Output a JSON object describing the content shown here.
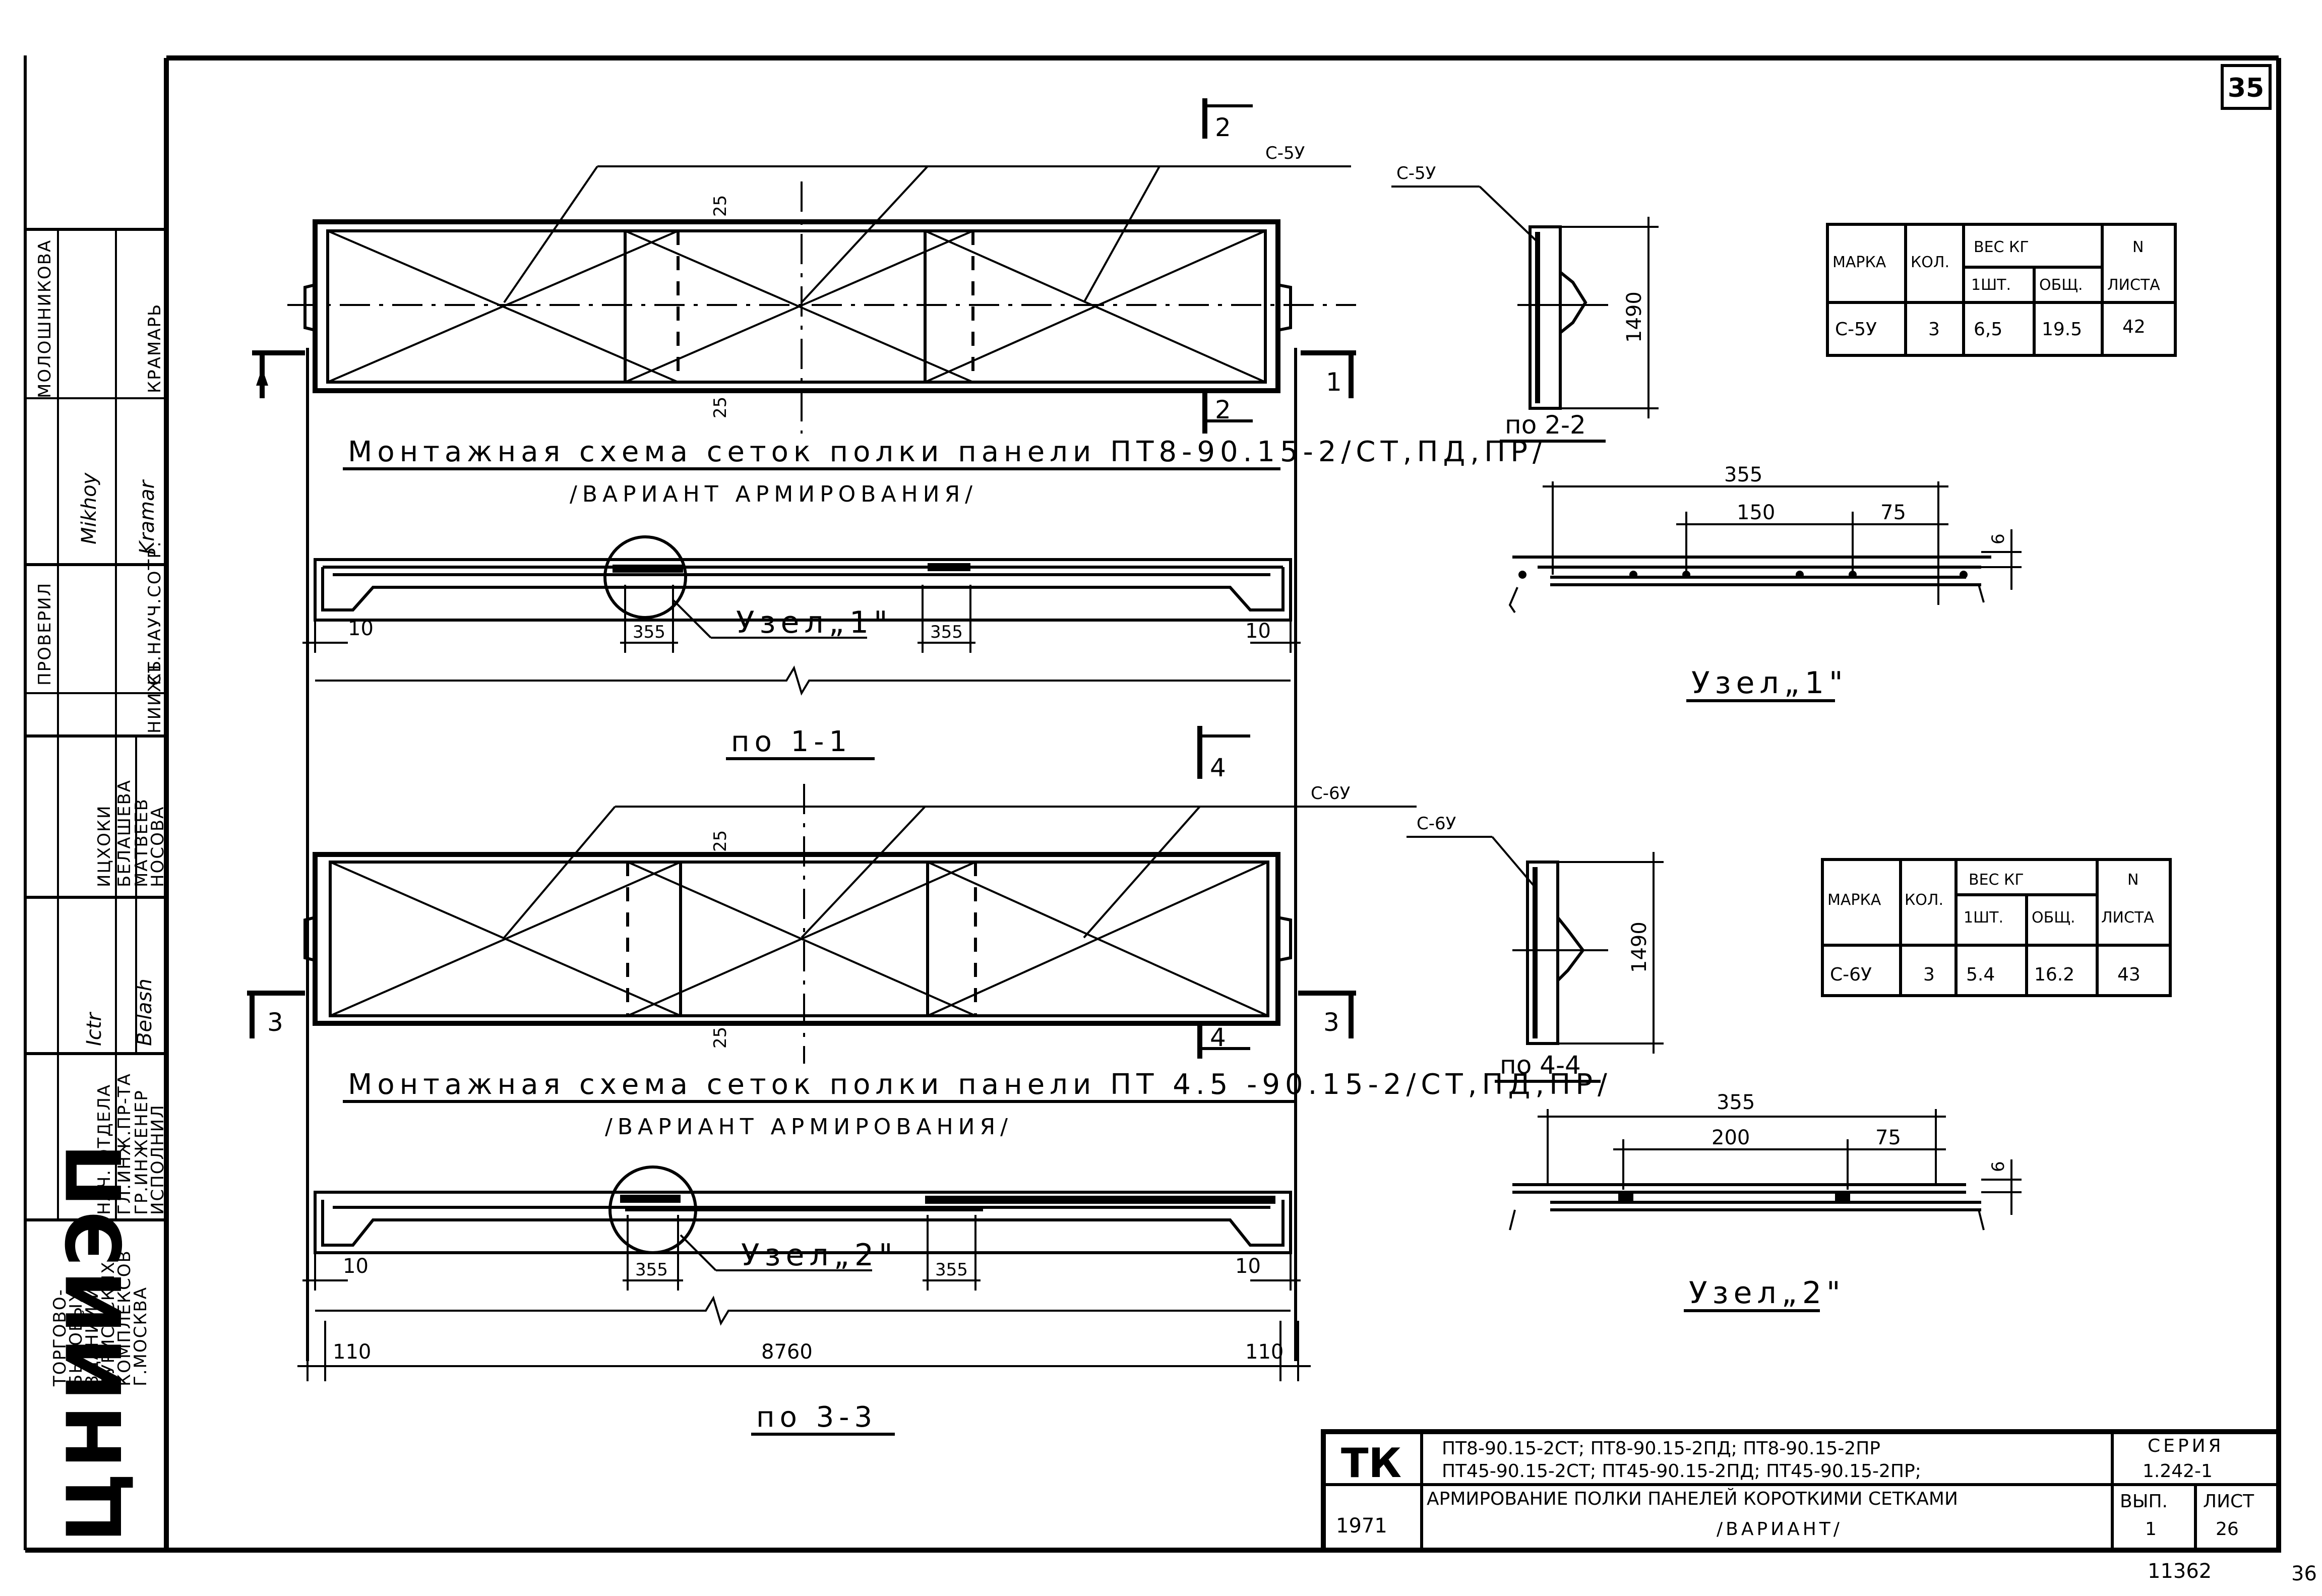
{
  "sheet_number": "35",
  "drawing_number": "11362",
  "drawing_number_extra": "36",
  "drawing1": {
    "title": "Монтажная схема сеток полки панели ПТ8-90.15-2/СТ,ПД,ПР/",
    "subtitle": "/ВАРИАНТ АРМИРОВАНИЯ/",
    "mesh": "С-5У",
    "cut_label": "по 1-1",
    "section_a": "1",
    "section_b": "2",
    "dim_top": "25",
    "dim_bot": "25"
  },
  "drawing2": {
    "title": "Монтажная схема сеток полки панели ПТ 4.5 -90.15-2/СТ,ПД,ПР/",
    "subtitle": "/ВАРИАНТ АРМИРОВАНИЯ/",
    "mesh": "С-6У",
    "cut_label": "по 3-3",
    "section_a": "3",
    "section_b": "4",
    "dim_top": "25",
    "dim_bot": "25"
  },
  "section1": {
    "node_label": "Узел„1\"",
    "dim_left": "10",
    "dim_right": "10",
    "dim_355a": "355",
    "dim_355b": "355"
  },
  "section2": {
    "node_label": "Узел„2\"",
    "dim_left": "10",
    "dim_right": "10",
    "dim_355a": "355",
    "dim_355b": "355",
    "dim_110a": "110",
    "dim_8760": "8760",
    "dim_110b": "110"
  },
  "mesh_detail1": {
    "label": "С-5У",
    "dim": "1490",
    "cut_label": "по 2-2"
  },
  "mesh_detail2": {
    "label": "С-6У",
    "dim": "1490",
    "cut_label": "по 4-4"
  },
  "node1": {
    "title": "Узел„1\"",
    "dim_total": "355",
    "dim_a": "150",
    "dim_b": "75",
    "dim_c": "6"
  },
  "node2": {
    "title": "Узел„2\"",
    "dim_total": "355",
    "dim_a": "200",
    "dim_b": "75",
    "dim_c": "6"
  },
  "table1": {
    "h_mark": "МАРКА",
    "h_qty": "КОЛ.",
    "h_weight": "ВЕС  КГ",
    "h_one": "1ШТ.",
    "h_total": "ОБЩ.",
    "h_n": "N",
    "h_sheet": "ЛИСТА",
    "row": {
      "mark": "С-5У",
      "qty": "3",
      "one": "6,5",
      "total": "19.5",
      "sheet": "42"
    }
  },
  "table2": {
    "h_mark": "МАРКА",
    "h_qty": "КОЛ.",
    "h_weight": "ВЕС  КГ",
    "h_one": "1ШТ.",
    "h_total": "ОБЩ.",
    "h_n": "N",
    "h_sheet": "ЛИСТА",
    "row": {
      "mark": "С-6У",
      "qty": "3",
      "one": "5.4",
      "total": "16.2",
      "sheet": "43"
    }
  },
  "title_block": {
    "code": "ТК",
    "year": "1971",
    "line1": "ПТ8-90.15-2СТ;  ПТ8-90.15-2ПД;  ПТ8-90.15-2ПР",
    "line2": "ПТ45-90.15-2СТ;  ПТ45-90.15-2ПД;  ПТ45-90.15-2ПР;",
    "line3": "АРМИРОВАНИЕ ПОЛКИ ПАНЕЛЕЙ КОРОТКИМИ СЕТКАМИ",
    "line4": "/ВАРИАНТ/",
    "series_label": "СЕРИЯ",
    "series_value": "1.242-1",
    "issue_label": "ВЫП.",
    "issue_value": "1",
    "sheet_label": "ЛИСТ",
    "sheet_value": "26"
  },
  "side_stamp": {
    "org": "ЦНИИЭП",
    "org_desc": [
      "ТОРГОВО-",
      "БЫТОВЫХ",
      "ЗДАНИЙ И",
      "ТУРИСТСКИХ",
      "КОМПЛЕКСОВ",
      "Г.МОСКВА"
    ],
    "roles": [
      "НАЧ. ОТДЕЛА",
      "ГЛ.ИНЖ.ПР-ТА",
      "ГР.ИНЖЕНЕР",
      "ИСПОЛНИЛ"
    ],
    "names": [
      "ИЦХОКИ",
      "БЕЛАШЕВА",
      "МАТВЕЕВ",
      "НОСОВА"
    ],
    "checked_label": "ПРОВЕРИЛ",
    "checked_org": "НИИЖБ",
    "checked_role": "СТ.НАУЧ.СОТР.",
    "checked_name": "КРАМАРЬ",
    "top_name": "МОЛОШНИКОВА"
  }
}
